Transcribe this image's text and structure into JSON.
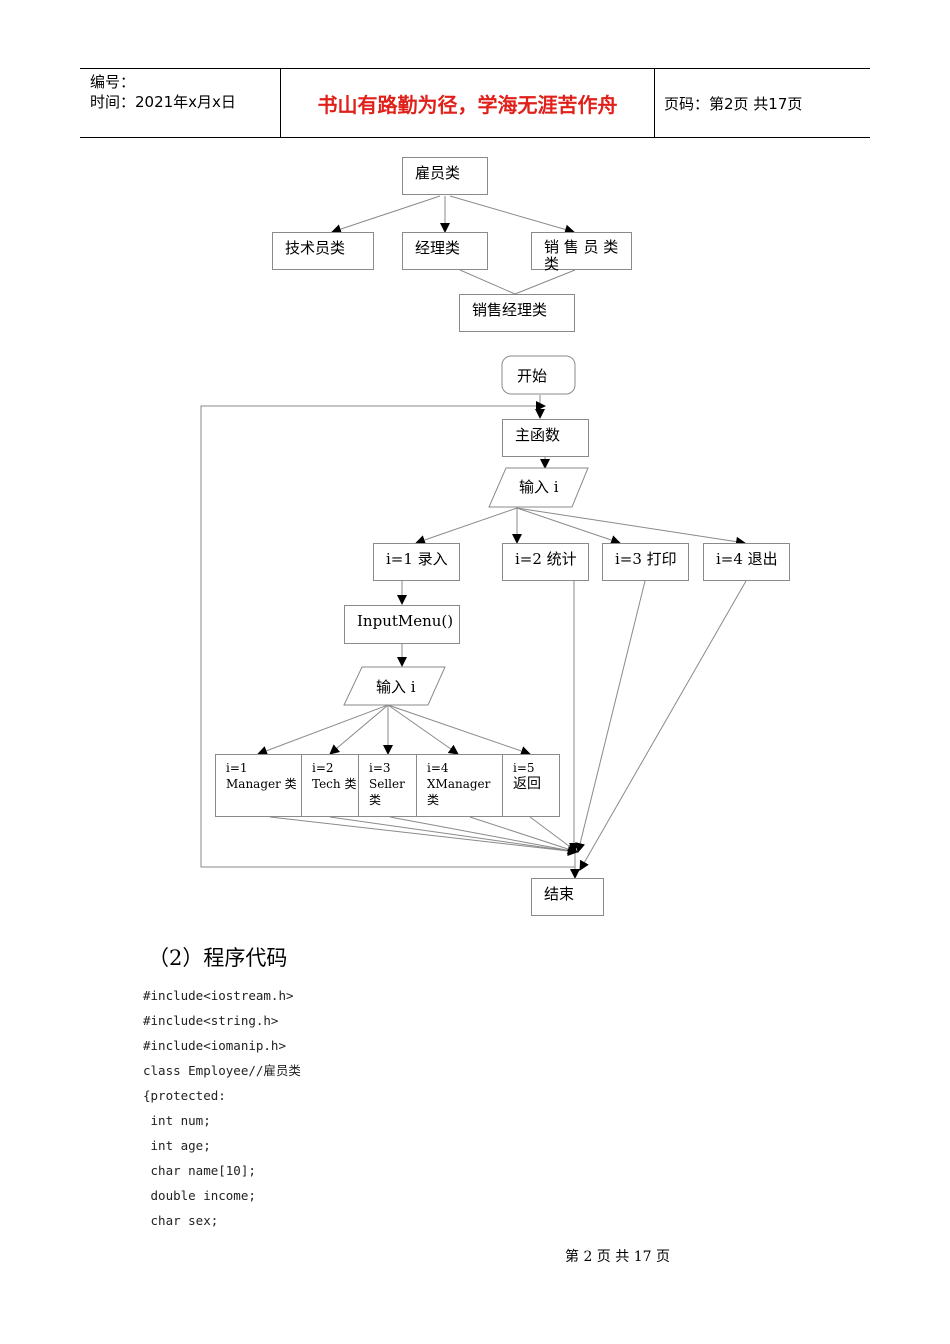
{
  "header": {
    "number_label": "编号：",
    "time_label": "时间：2021年x月x日",
    "motto": "书山有路勤为径，学海无涯苦作舟",
    "page_info": "页码：第2页  共17页"
  },
  "class_diagram": {
    "root": "雇员类",
    "children": [
      "技术员类",
      "经理类",
      "销 售 员 类"
    ],
    "children_wrap": "类",
    "grandchild": "销售经理类"
  },
  "flowchart": {
    "start": "开始",
    "main": "主函数",
    "input1": "输入 i",
    "options": [
      "i=1 录入",
      "i=2 统计",
      "i=3 打印",
      "i=4 退出"
    ],
    "input_menu": "InputMenu()",
    "input2": "输入 i",
    "sub_options": [
      {
        "line1": "i=1",
        "line2": "Manager 类"
      },
      {
        "line1": "i=2",
        "line2": "Tech 类"
      },
      {
        "line1": "i=3",
        "line2": "Seller 类"
      },
      {
        "line1": "i=4",
        "line2": "XManager 类"
      },
      {
        "line1": "i=5",
        "line2": "返回"
      }
    ],
    "end": "结束"
  },
  "section_title": "（2）程序代码",
  "code_lines": [
    "#include<iostream.h>",
    "#include<string.h>",
    "#include<iomanip.h>",
    "class Employee//雇员类",
    "{protected:",
    " int num;",
    " int age;",
    " char name[10];",
    " double income;",
    " char sex;"
  ],
  "footer": "第 2 页 共 17 页"
}
